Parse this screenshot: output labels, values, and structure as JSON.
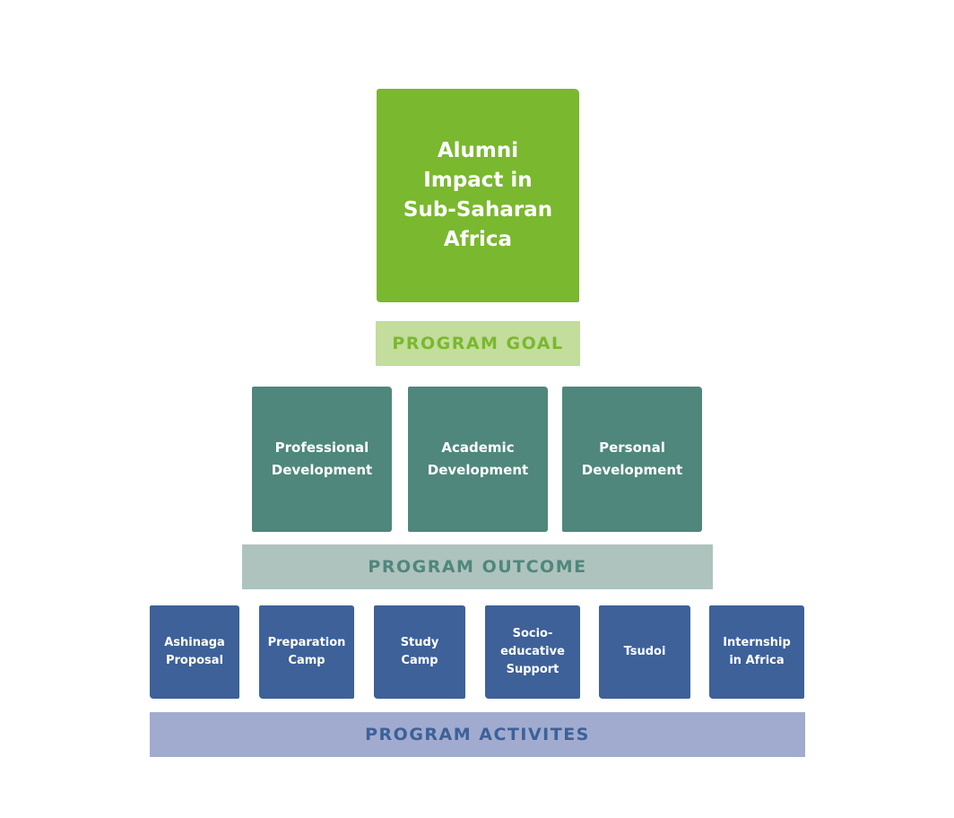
{
  "goal": {
    "box_text": "Alumni\nImpact in\nSub-Saharan\nAfrica",
    "label": "PROGRAM GOAL"
  },
  "outcome": {
    "boxes": [
      "Professional\nDevelopment",
      "Academic\nDevelopment",
      "Personal\nDevelopment"
    ],
    "label": "PROGRAM OUTCOME"
  },
  "activities": {
    "boxes": [
      "Ashinaga\nProposal",
      "Preparation\nCamp",
      "Study\nCamp",
      "Socio-\neducative\nSupport",
      "Tsudoi",
      "Internship\nin Africa"
    ],
    "label": "PROGRAM ACTIVITES"
  },
  "colors": {
    "goal_box": "#7ab82f",
    "goal_band_bg": "#c3dd9c",
    "goal_band_text": "#7ab82f",
    "outcome_box": "#4f877c",
    "outcome_band_bg": "#aec3bd",
    "outcome_band_text": "#4f877c",
    "activity_box": "#3d6198",
    "activity_band_bg": "#a0abcf",
    "activity_band_text": "#3d6198"
  }
}
